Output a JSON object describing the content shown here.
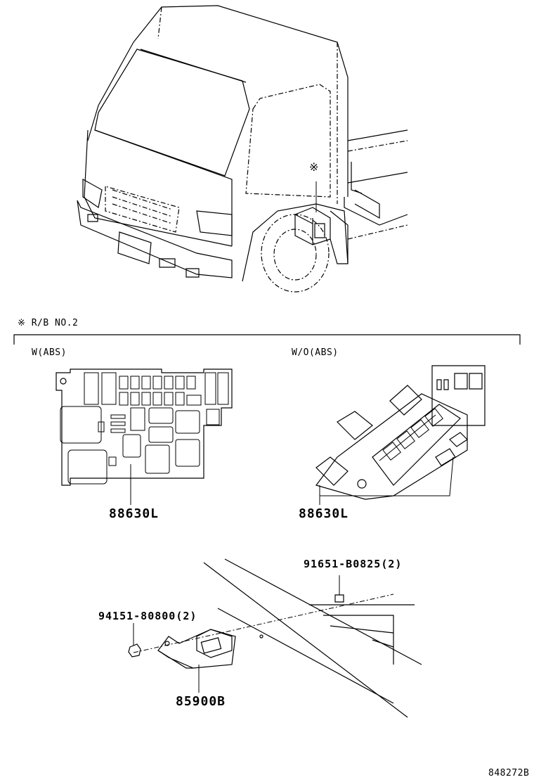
{
  "header": {
    "mark": "※",
    "rb_label": "R/B NO.2"
  },
  "sections": {
    "with_abs": {
      "label": "W(ABS)",
      "part_number": "88630L"
    },
    "without_abs": {
      "label": "W/O(ABS)",
      "part_number": "88630L"
    }
  },
  "truck": {
    "callout_mark": "※"
  },
  "bracket_assembly": {
    "bolt_part": "91651-B0825(2)",
    "nut_part": "94151-80800(2)",
    "bracket_part": "85900B"
  },
  "figure_id": "848272B"
}
